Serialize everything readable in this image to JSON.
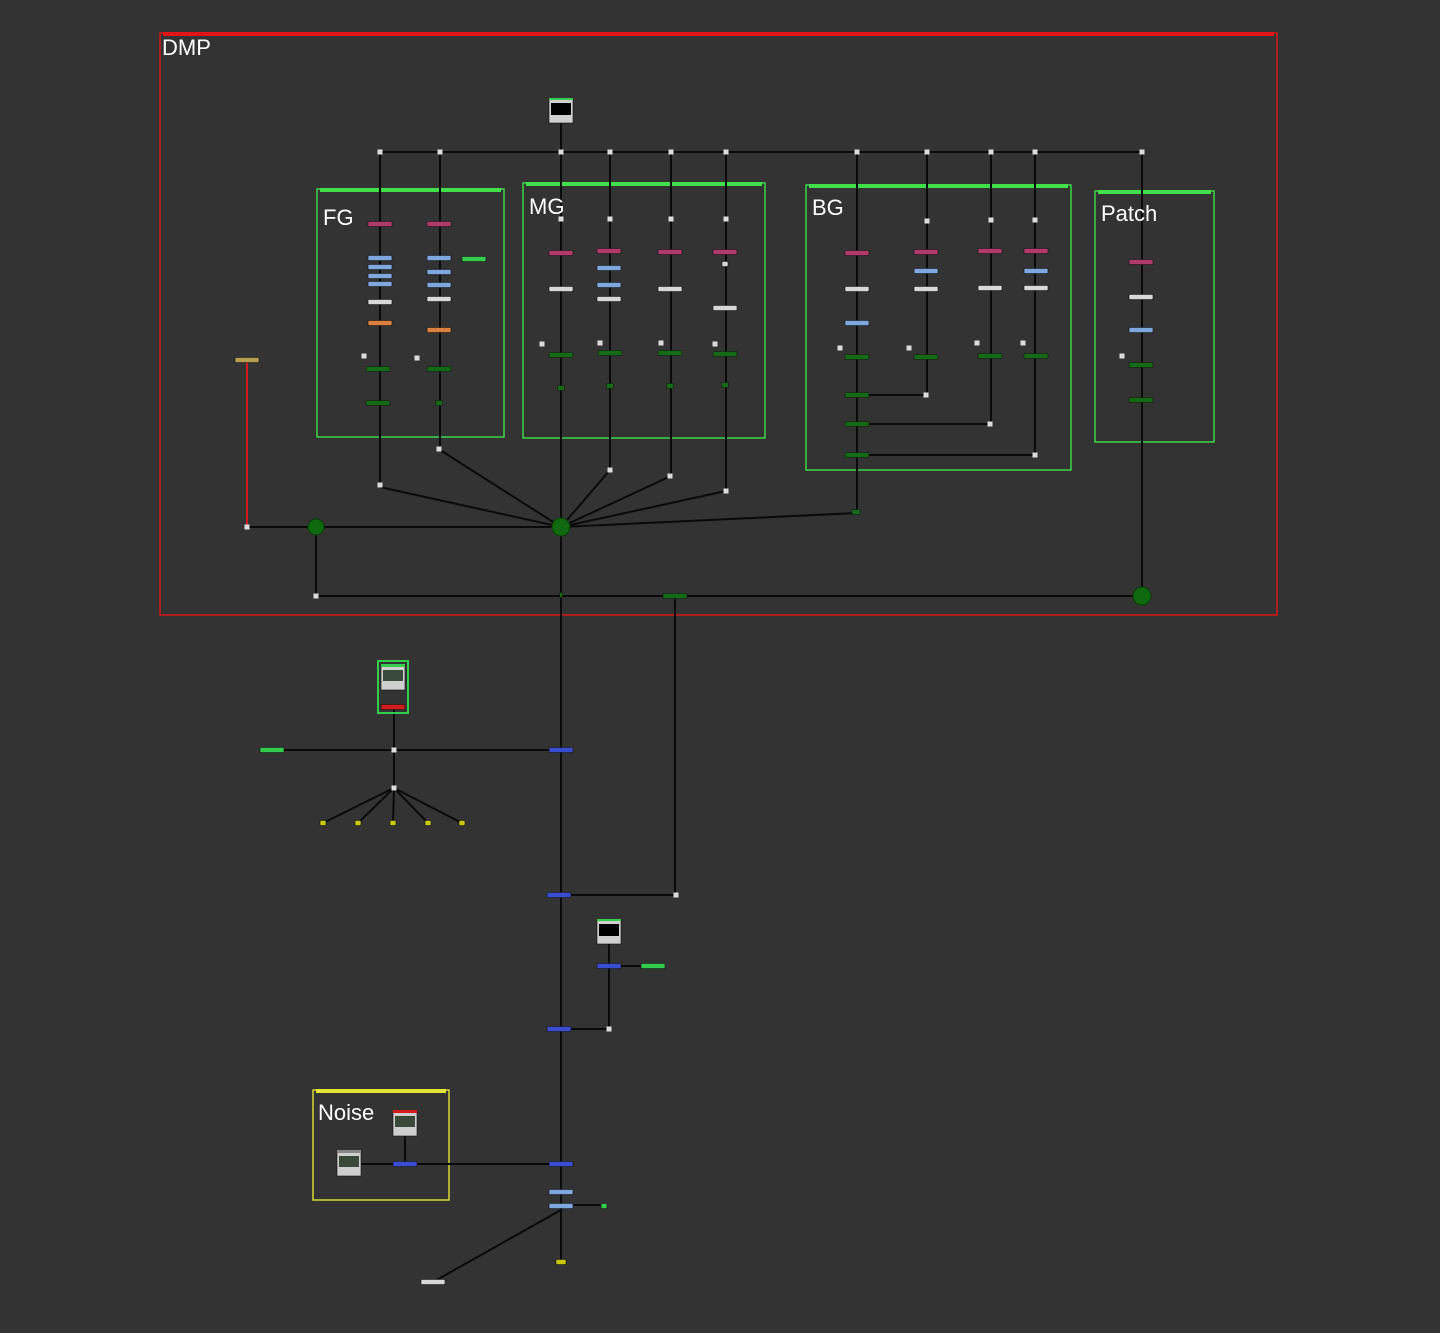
{
  "graph": {
    "backdrops": [
      {
        "id": "dmp",
        "label": "DMP",
        "color": "#e01515"
      },
      {
        "id": "fg",
        "label": "FG",
        "color": "#3fe04a"
      },
      {
        "id": "mg",
        "label": "MG",
        "color": "#3fe04a"
      },
      {
        "id": "bg",
        "label": "BG",
        "color": "#3fe04a"
      },
      {
        "id": "patch",
        "label": "Patch",
        "color": "#3fe04a"
      },
      {
        "id": "noise",
        "label": "Noise",
        "color": "#e3e335"
      }
    ],
    "node_types": {
      "magenta": "#b03a6a",
      "lightblue": "#7fa6dd",
      "white": "#d8d8d8",
      "orange": "#d98040",
      "darkgreen": "#156b15",
      "green": "#33cc4d",
      "blue": "#3a4cd0",
      "yellow": "#c9c910",
      "tan": "#b4a050",
      "red": "#d01c1c"
    },
    "wire_colors": {
      "default": "#0a0a0a",
      "highlight": "#d01c1c"
    }
  }
}
